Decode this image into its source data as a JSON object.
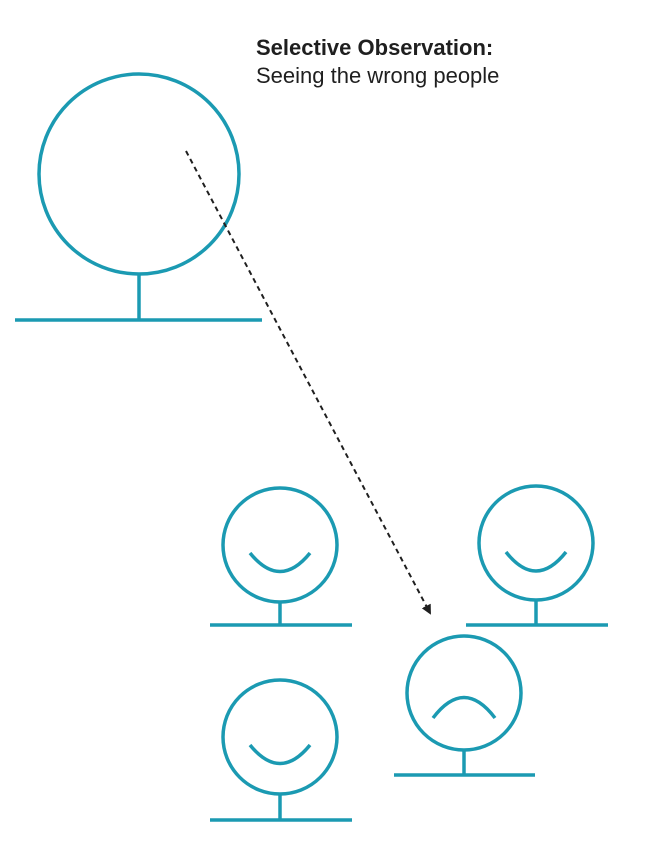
{
  "caption": {
    "title": "Selective Observation:",
    "subtitle": "Seeing the wrong people"
  },
  "colors": {
    "figure_stroke": "#1b9ab2",
    "arrow": "#1f1f1f",
    "text": "#1f1f1f"
  },
  "figures": [
    {
      "role": "observer",
      "expression": "none"
    },
    {
      "role": "observed-person",
      "expression": "smile"
    },
    {
      "role": "observed-person",
      "expression": "smile"
    },
    {
      "role": "observed-person",
      "expression": "frown"
    },
    {
      "role": "observed-person",
      "expression": "smile"
    }
  ],
  "arrow": {
    "style": "dashed",
    "direction": "observer-to-frowning-person"
  }
}
